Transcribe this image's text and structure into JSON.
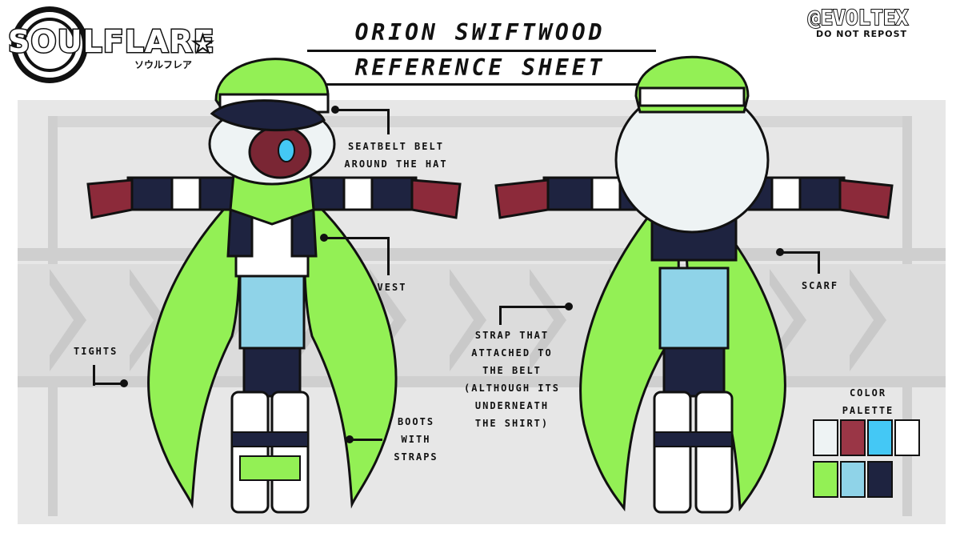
{
  "logo": {
    "text": "SOULFLARE",
    "subtext": "ソウルフレア",
    "star": "★"
  },
  "title": {
    "line1": "ORION SWIFTWOOD",
    "line2": "REFERENCE SHEET"
  },
  "credit": {
    "handle": "@EVOLTEX",
    "notice": "DO NOT REPOST"
  },
  "labels": {
    "hat_belt": [
      "SEATBELT BELT",
      "AROUND THE HAT"
    ],
    "vest": "VEST",
    "tights": "TIGHTS",
    "boots": [
      "BOOTS",
      "WITH",
      "STRAPS"
    ],
    "strap": [
      "STRAP THAT",
      "ATTACHED TO",
      "THE BELT",
      "(ALTHOUGH ITS",
      "UNDERNEATH",
      "THE SHIRT)"
    ],
    "scarf": "SCARF"
  },
  "palette": {
    "heading": [
      "COLOR",
      "PALETTE"
    ],
    "colors": [
      "#eef3f4",
      "#9a3646",
      "#44c8f5",
      "#ffffff",
      "#93f055",
      "#8fd3e8",
      "#1e2340"
    ]
  },
  "colors": {
    "green": "#93f055",
    "navy": "#1e2340",
    "maroon": "#8c2a3a",
    "skin": "#7a2634",
    "hair": "#eef3f4",
    "blue": "#8fd3e8",
    "eye": "#44c8f5"
  }
}
